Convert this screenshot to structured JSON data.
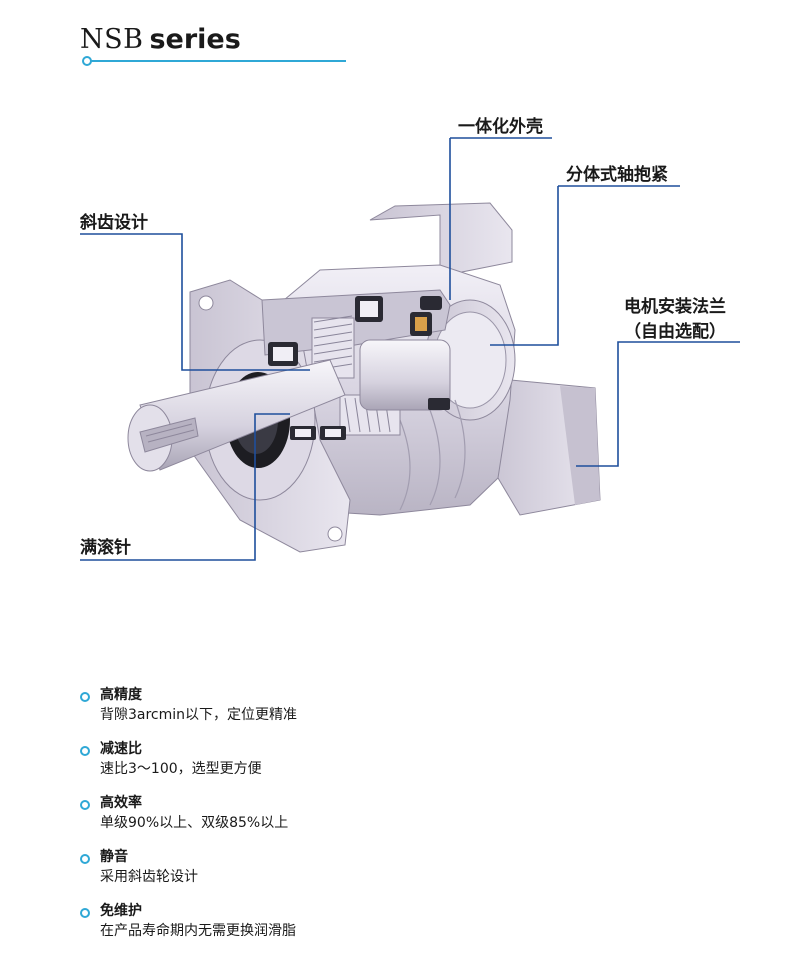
{
  "header": {
    "title_prefix": "NSB",
    "title_suffix": "series"
  },
  "callouts": {
    "housing": "一体化外壳",
    "clamp": "分体式轴抱紧",
    "helical": "斜齿设计",
    "flange_line1": "电机安装法兰",
    "flange_line2": "（自由选配）",
    "needle": "满滚针"
  },
  "features": [
    {
      "title": "高精度",
      "desc": "背隙3arcmin以下，定位更精准"
    },
    {
      "title": "减速比",
      "desc": "速比3～100，选型更方便"
    },
    {
      "title": "高效率",
      "desc": "单级90%以上、双级85%以上"
    },
    {
      "title": "静音",
      "desc": "采用斜齿轮设计"
    },
    {
      "title": "免维护",
      "desc": "在产品寿命期内无需更换润滑脂"
    }
  ],
  "colors": {
    "accent": "#2fa8d6",
    "leader": "#1e4f9c"
  }
}
